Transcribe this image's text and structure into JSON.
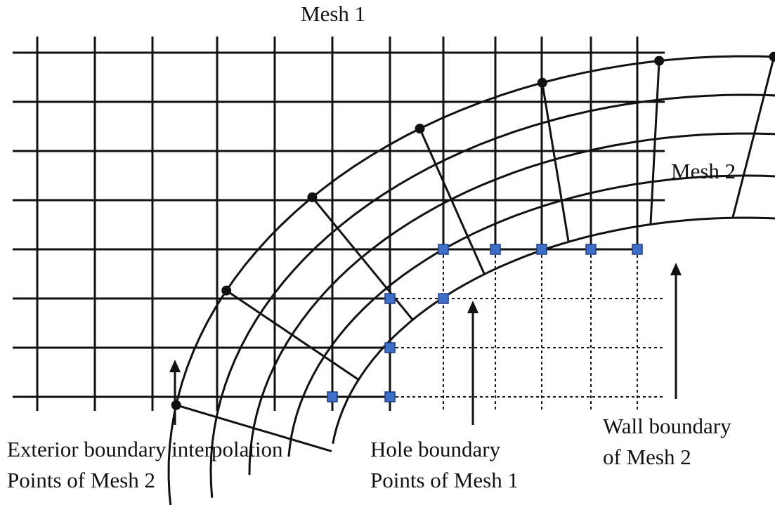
{
  "labels": {
    "mesh1": "Mesh 1",
    "mesh2": "Mesh 2",
    "exterior_line1": "Exterior boundary interpolation",
    "exterior_line2": "Points of Mesh 2",
    "hole_line1": "Hole boundary",
    "hole_line2": "Points of Mesh 1",
    "wall_line1": "Wall boundary",
    "wall_line2": "of Mesh 2"
  },
  "colors": {
    "grid": "#111111",
    "hole_point": "#3d6fc9",
    "hole_point_edge": "#1e3f86",
    "interp_point": "#111111"
  }
}
